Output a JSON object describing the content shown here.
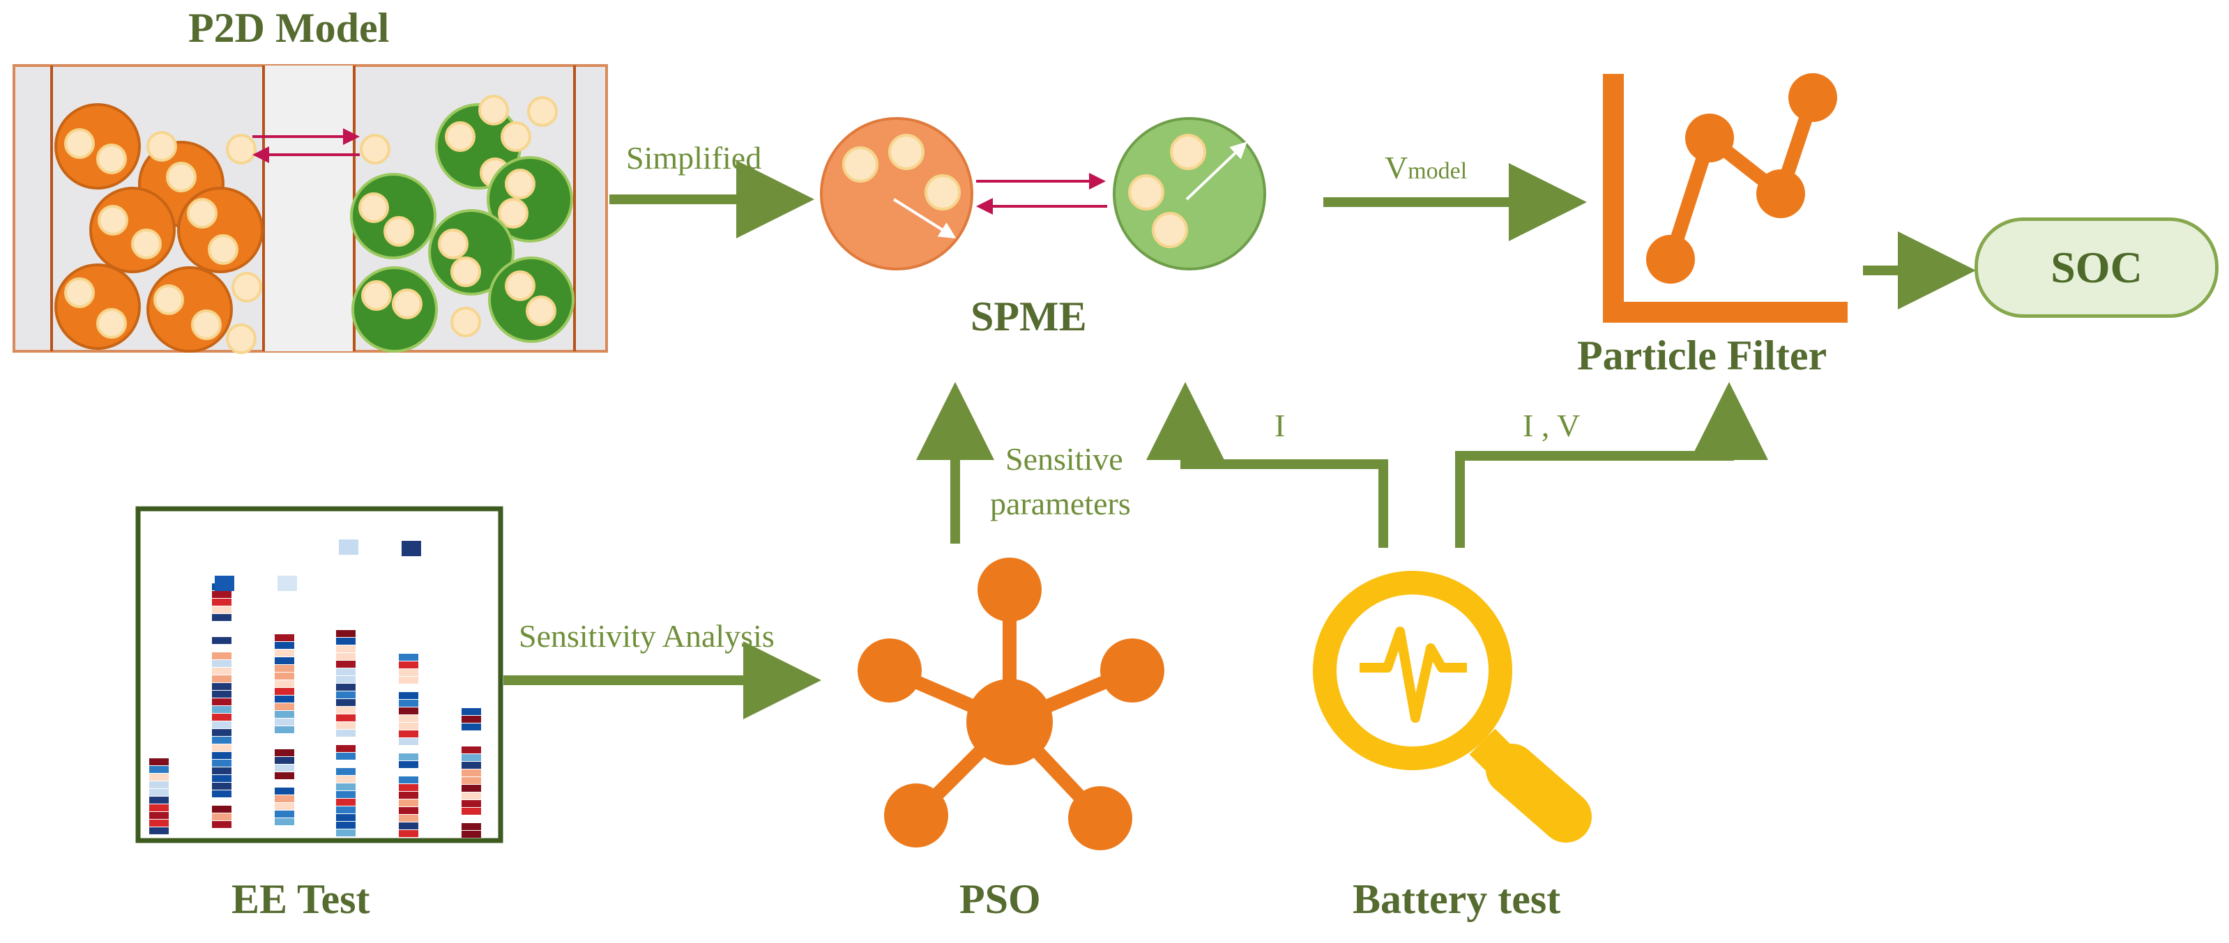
{
  "nodes": {
    "p2d_title": "P2D Model",
    "spme_title": "SPME",
    "particle_filter_title": "Particle Filter",
    "soc_label": "SOC",
    "ee_test_title": "EE Test",
    "pso_title": "PSO",
    "battery_test_title": "Battery test"
  },
  "edges": {
    "simplified": "Simplified",
    "v_main": "V",
    "v_sub": "model",
    "sensitive_line1": "Sensitive",
    "sensitive_line2": "parameters",
    "sensitivity_analysis": "Sensitivity Analysis",
    "i_label": "I",
    "iv_label": "I , V"
  },
  "colors": {
    "accent_green": "#6f8f3a",
    "title_green": "#556b2f",
    "orange": "#ec7a1c",
    "yellow": "#fbbf10",
    "crimson": "#c0134f"
  }
}
